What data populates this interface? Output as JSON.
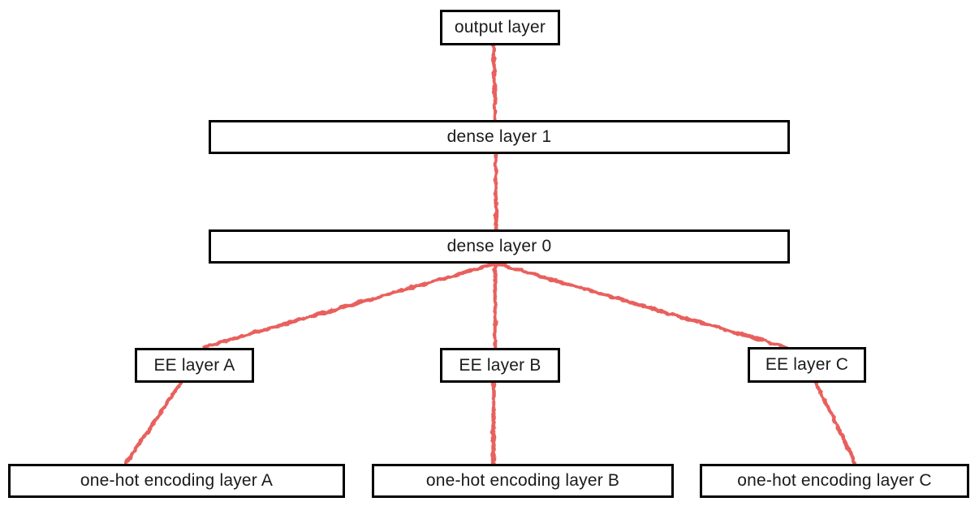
{
  "diagram": {
    "background_color": "#ffffff",
    "node_fill_color": "#ffffff",
    "node_border_color": "#000000",
    "text_color": "#1a1a1a",
    "edge_color": "#e8615d",
    "edge_style": "hand-drawn",
    "nodes": {
      "output": {
        "label": "output layer"
      },
      "dense1": {
        "label": "dense layer 1"
      },
      "dense0": {
        "label": "dense layer 0"
      },
      "ee_a": {
        "label": "EE layer A"
      },
      "ee_b": {
        "label": "EE layer B"
      },
      "ee_c": {
        "label": "EE layer C"
      },
      "onehot_a": {
        "label": "one-hot encoding layer A"
      },
      "onehot_b": {
        "label": "one-hot encoding layer B"
      },
      "onehot_c": {
        "label": "one-hot encoding layer C"
      }
    },
    "edges": [
      {
        "from": "output",
        "to": "dense1"
      },
      {
        "from": "dense1",
        "to": "dense0"
      },
      {
        "from": "dense0",
        "to": "ee_a"
      },
      {
        "from": "dense0",
        "to": "ee_b"
      },
      {
        "from": "dense0",
        "to": "ee_c"
      },
      {
        "from": "ee_a",
        "to": "onehot_a"
      },
      {
        "from": "ee_b",
        "to": "onehot_b"
      },
      {
        "from": "ee_c",
        "to": "onehot_c"
      }
    ]
  }
}
